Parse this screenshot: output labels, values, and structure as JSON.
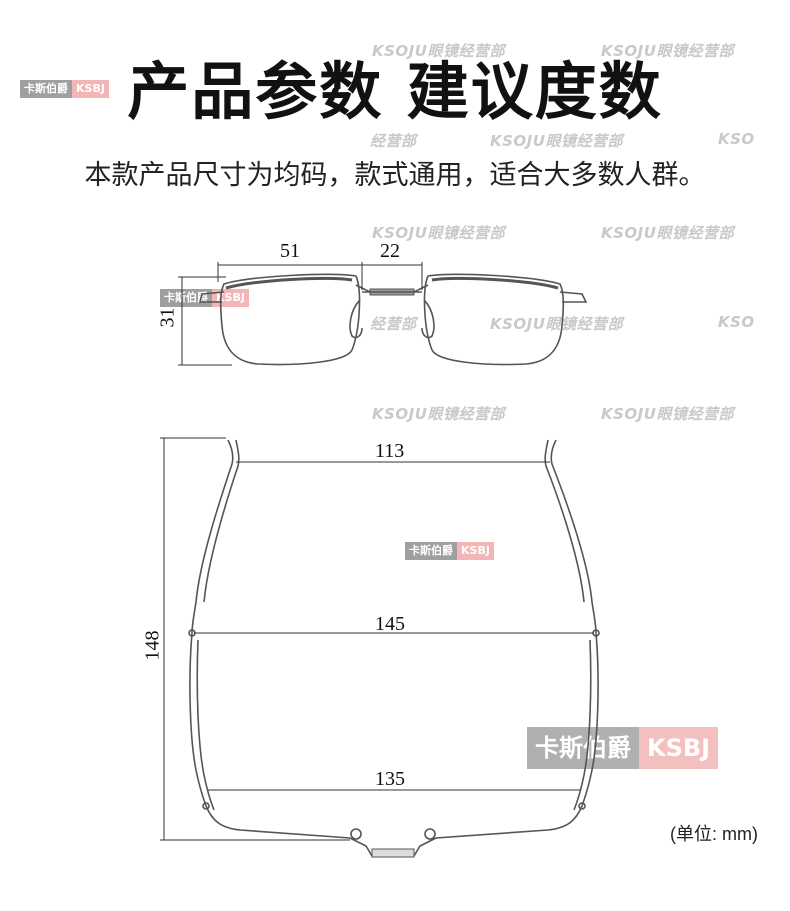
{
  "title": "产品参数 建议度数",
  "subtitle": "本款产品尺寸为均码，款式通用，适合大多数人群。",
  "watermark_text": "KSOJU眼镜经营部",
  "watermark_text_cut_1": "KSOJU眼镜经营部",
  "watermark_text_cut_2": "经营部",
  "watermark_text_cut_3": "KSO",
  "badge": {
    "cn": "卡斯伯爵",
    "en": "KSBJ"
  },
  "front_view": {
    "lens_width": "51",
    "bridge_width": "22",
    "lens_height": "31"
  },
  "top_view": {
    "temple_span": "113",
    "frame_width": "145",
    "front_width": "135",
    "temple_length": "148"
  },
  "unit_label": "(单位: mm)",
  "colors": {
    "line": "#555555",
    "dimension_line": "#333333",
    "watermark": "#c9c9c9",
    "badge_red": "#f2a9a9"
  }
}
